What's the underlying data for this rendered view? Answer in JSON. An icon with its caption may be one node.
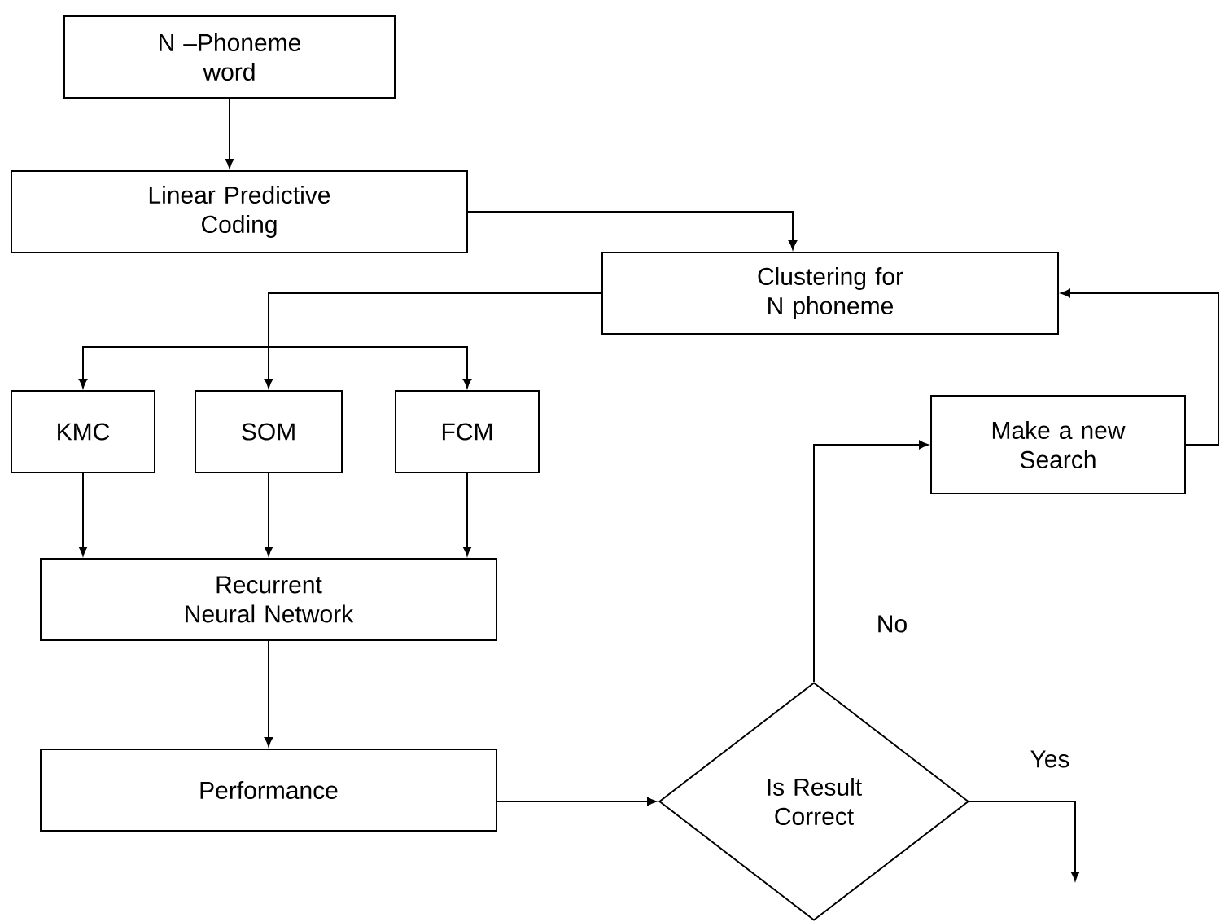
{
  "diagram": {
    "nodes": [
      {
        "text": [
          "N –Phoneme word"
        ]
      },
      {
        "text": [
          "Linear Predictive Coding"
        ]
      },
      {
        "text": [
          "Clustering for N phoneme"
        ]
      },
      {
        "text": [
          "KMC"
        ]
      },
      {
        "text": [
          "SOM"
        ]
      },
      {
        "text": [
          "FCM"
        ]
      },
      {
        "text": [
          "Recurrent Neural Network"
        ]
      },
      {
        "text": [
          "Performance"
        ]
      },
      {
        "text": [
          "Is Result Correct"
        ]
      },
      {
        "text": [
          "Make a new Search"
        ]
      }
    ],
    "edges": [
      {
        "from": 0,
        "to": 1,
        "arrow": "to"
      },
      {
        "from": 1,
        "to": 2,
        "arrow": "to"
      },
      {
        "from": 2,
        "to": 3,
        "arrow": "to"
      },
      {
        "from": 2,
        "to": 4,
        "arrow": "to"
      },
      {
        "from": 2,
        "to": 5,
        "arrow": "to"
      },
      {
        "from": 3,
        "to": 6,
        "arrow": "to"
      },
      {
        "from": 4,
        "to": 6,
        "arrow": "to"
      },
      {
        "from": 5,
        "to": 6,
        "arrow": "to"
      },
      {
        "from": 6,
        "to": 7,
        "arrow": "to"
      },
      {
        "from": 7,
        "to": 8,
        "arrow": "to"
      },
      {
        "from": 8,
        "to": 9,
        "arrow": "to",
        "label": "No"
      },
      {
        "from": 9,
        "to": 2,
        "arrow": "to"
      },
      {
        "from": 8,
        "to": null,
        "arrow": "to",
        "label": "Yes"
      }
    ]
  }
}
